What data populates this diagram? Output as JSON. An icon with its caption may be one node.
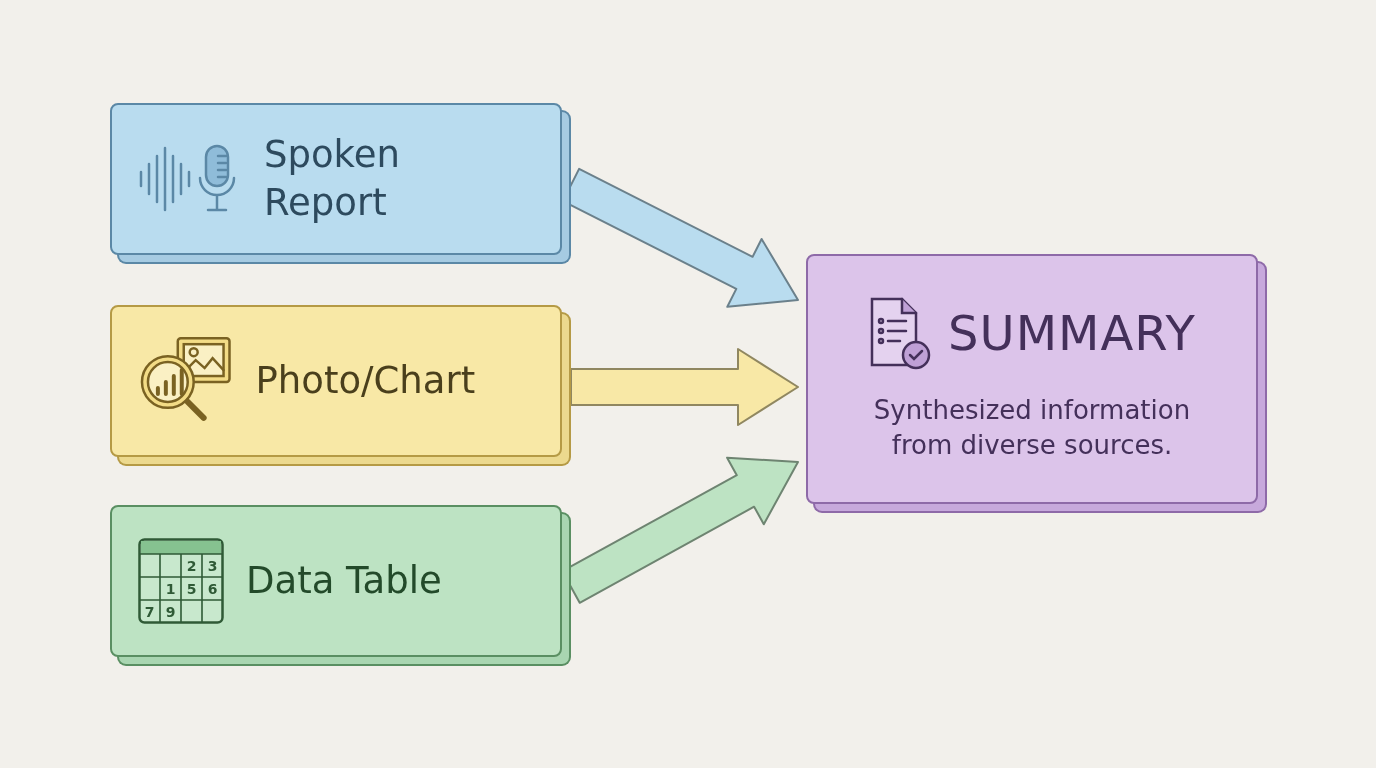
{
  "diagram": {
    "nodes": [
      {
        "text": [
          "Spoken Report"
        ]
      },
      {
        "text": [
          "Photo/Chart"
        ]
      },
      {
        "text": [
          "Data Table"
        ]
      },
      {
        "text": [
          "SUMMARY",
          "Synthesized information from diverse sources."
        ]
      }
    ],
    "edges": [
      {
        "from": 0,
        "to": 3,
        "arrow": "to",
        "color": "#b9dcef"
      },
      {
        "from": 1,
        "to": 3,
        "arrow": "to",
        "color": "#f8e8a6"
      },
      {
        "from": 2,
        "to": 3,
        "arrow": "to",
        "color": "#bde3c3"
      }
    ],
    "labels": [
      "2",
      "3",
      "1",
      "5",
      "6",
      "7",
      "9"
    ]
  }
}
